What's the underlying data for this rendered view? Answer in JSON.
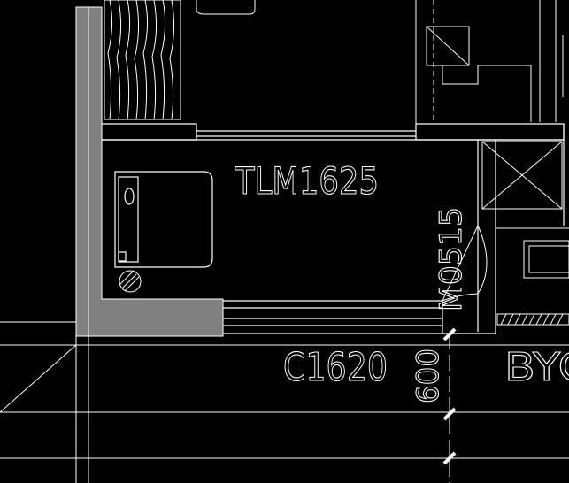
{
  "labels": {
    "door_label": "TLM1625",
    "window_label_vertical": "M0515",
    "window_label_bottom": "C1620",
    "dimension_label": "600",
    "partial_label": "BYC"
  },
  "colors": {
    "background": "#000000",
    "line": "#ffffff",
    "wall_fill": "#808080",
    "hatch": "#ffffff"
  }
}
